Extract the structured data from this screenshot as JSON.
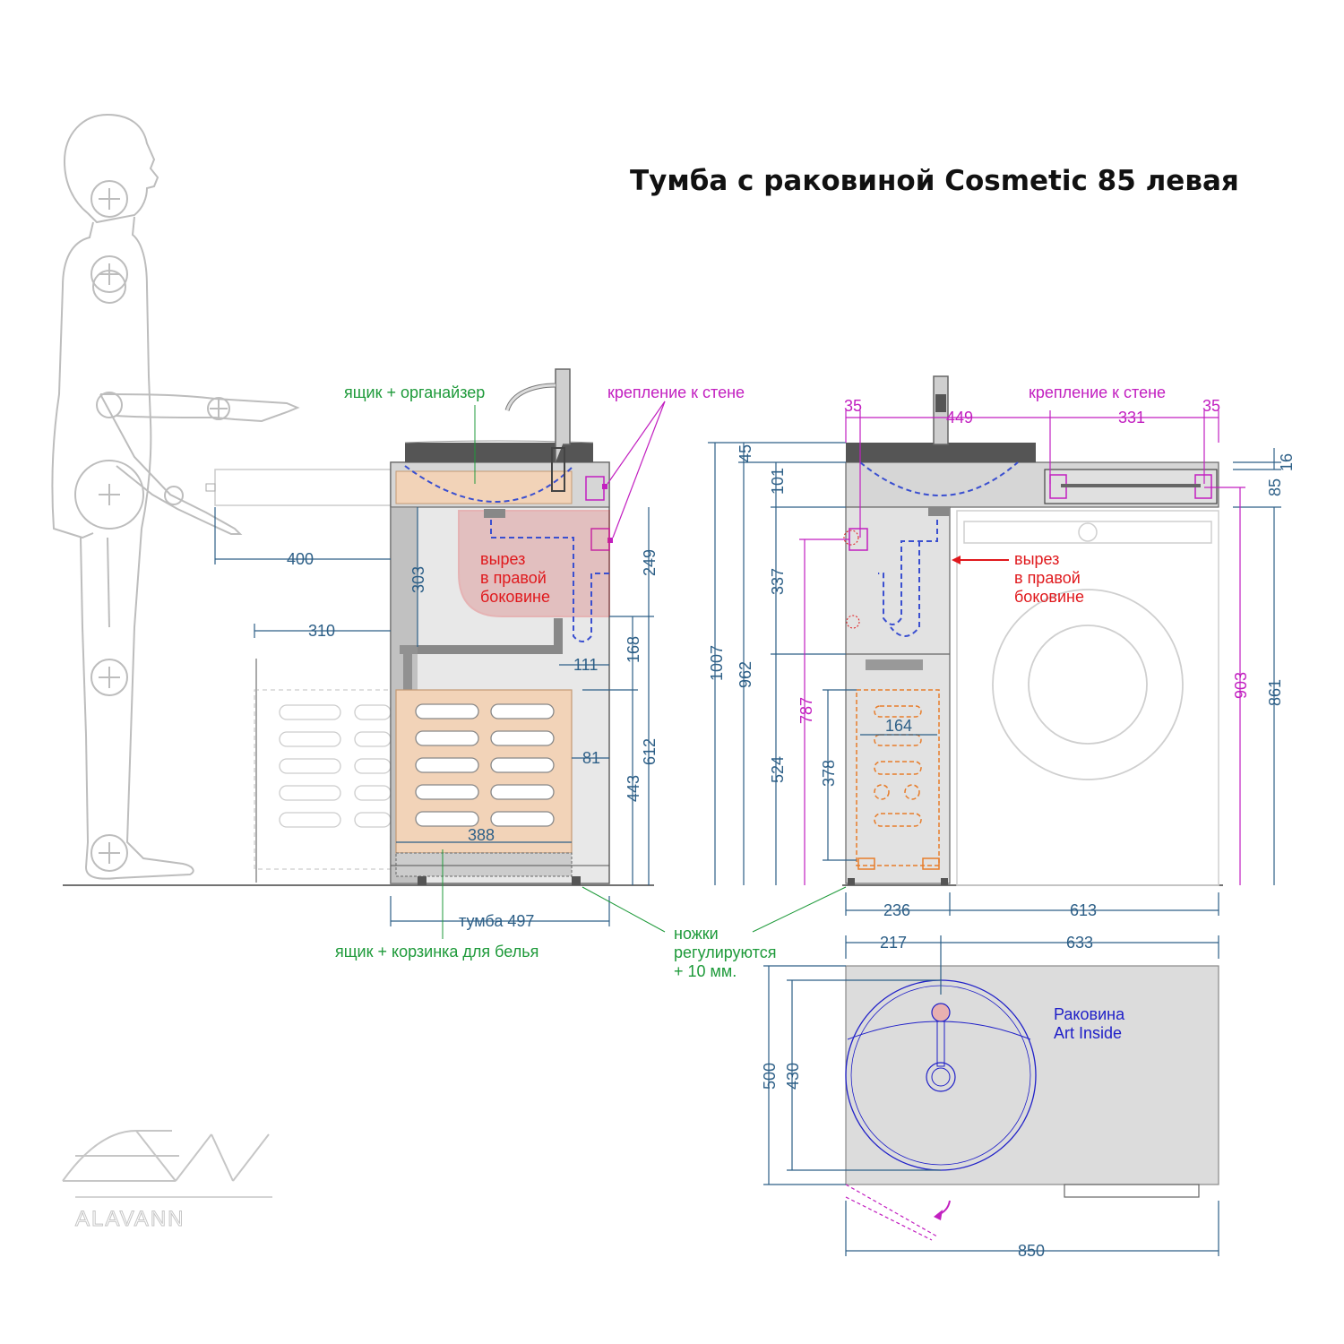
{
  "title": "Тумба с раковиной Cosmetic 85 левая",
  "labels": {
    "drawer_organizer": "ящик + органайзер",
    "wall_mount_left": "крепление к стене",
    "wall_mount_right": "крепление к стене",
    "cutout_left": [
      "вырез",
      "в правой",
      "боковине"
    ],
    "cutout_right": [
      "вырез",
      "в правой",
      "боковине"
    ],
    "cabinet_width": "тумба 497",
    "drawer_basket": "ящик + корзинка для белья",
    "legs": [
      "ножки",
      "регулируются",
      "+ 10 мм."
    ],
    "sink": [
      "Раковина",
      "Art Inside"
    ],
    "logo_text": "ALAVANN"
  },
  "dimensions": {
    "side_view": {
      "d400": "400",
      "d310": "310",
      "d303": "303",
      "d249": "249",
      "d168": "168",
      "d111": "111",
      "d81": "81",
      "d612": "612",
      "d443": "443",
      "d388": "388"
    },
    "front_view": {
      "d35a": "35",
      "d449": "449",
      "d331": "331",
      "d35b": "35",
      "d45": "45",
      "d101": "101",
      "d16": "16",
      "d85": "85",
      "d1007": "1007",
      "d962": "962",
      "d337": "337",
      "d787": "787",
      "d524": "524",
      "d378": "378",
      "d164": "164",
      "d903": "903",
      "d861": "861",
      "d236": "236",
      "d613": "613"
    },
    "top_view": {
      "d217": "217",
      "d633": "633",
      "d500": "500",
      "d430": "430",
      "d850": "850"
    }
  },
  "colors": {
    "dimension": "#2d5f87",
    "magenta": "#c21fc0",
    "green": "#1e9a3a",
    "red": "#e0191d",
    "blue": "#2020c8",
    "orange_fill": "#f2d3b8"
  }
}
